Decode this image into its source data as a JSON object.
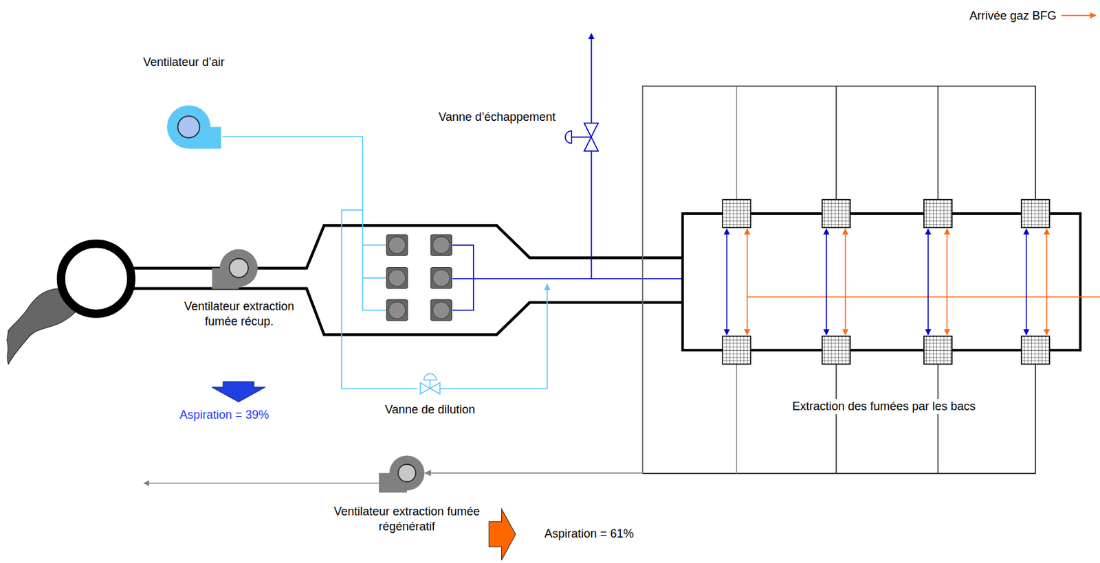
{
  "diagram": {
    "nodes": [
      {
        "text": [
          "Ventilateur d’air"
        ]
      },
      {
        "text": [
          "Vanne d’échappement"
        ]
      },
      {
        "text": [
          "Ventilateur extraction fumée récup."
        ]
      },
      {
        "text": [
          "Vanne de dilution"
        ]
      },
      {
        "text": [
          "Extraction des fumées par les bacs"
        ]
      },
      {
        "text": [
          "Ventilateur extraction fumée régénératif"
        ]
      }
    ],
    "edges": [
      {
        "from": 0,
        "to": 3,
        "arrow": "none"
      },
      {
        "from": 4,
        "to": 5,
        "arrow": "to"
      }
    ],
    "labels": [
      "Arrivée gaz BFG",
      "Aspiration = 39%",
      "Aspiration = 61%"
    ]
  }
}
